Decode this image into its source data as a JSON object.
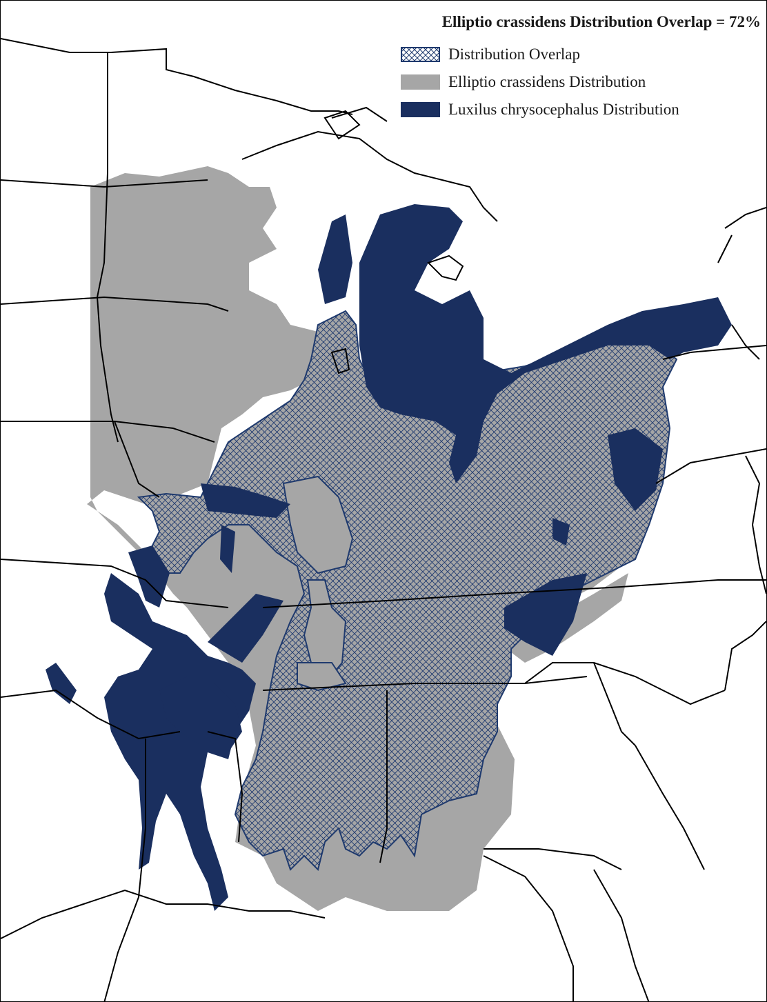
{
  "title": "Elliptio crassidens Distribution Overlap = 72%",
  "legend": [
    {
      "label": "Distribution Overlap",
      "kind": "overlap",
      "color": "#a6a6a6",
      "stroke": "#1f3a6e"
    },
    {
      "label": "Elliptio crassidens Distribution",
      "kind": "elliptio",
      "color": "#a6a6a6"
    },
    {
      "label": "Luxilus chrysocephalus Distribution",
      "kind": "luxilus",
      "color": "#1a2f5f"
    }
  ],
  "colors": {
    "background": "#ffffff",
    "boundary": "#000000",
    "elliptio": "#a6a6a6",
    "luxilus": "#1a2f5f",
    "overlap_hatch": "#1f3a6e"
  },
  "icons": {
    "overlap": "crosshatch-swatch",
    "elliptio": "gray-swatch",
    "luxilus": "navy-swatch"
  }
}
